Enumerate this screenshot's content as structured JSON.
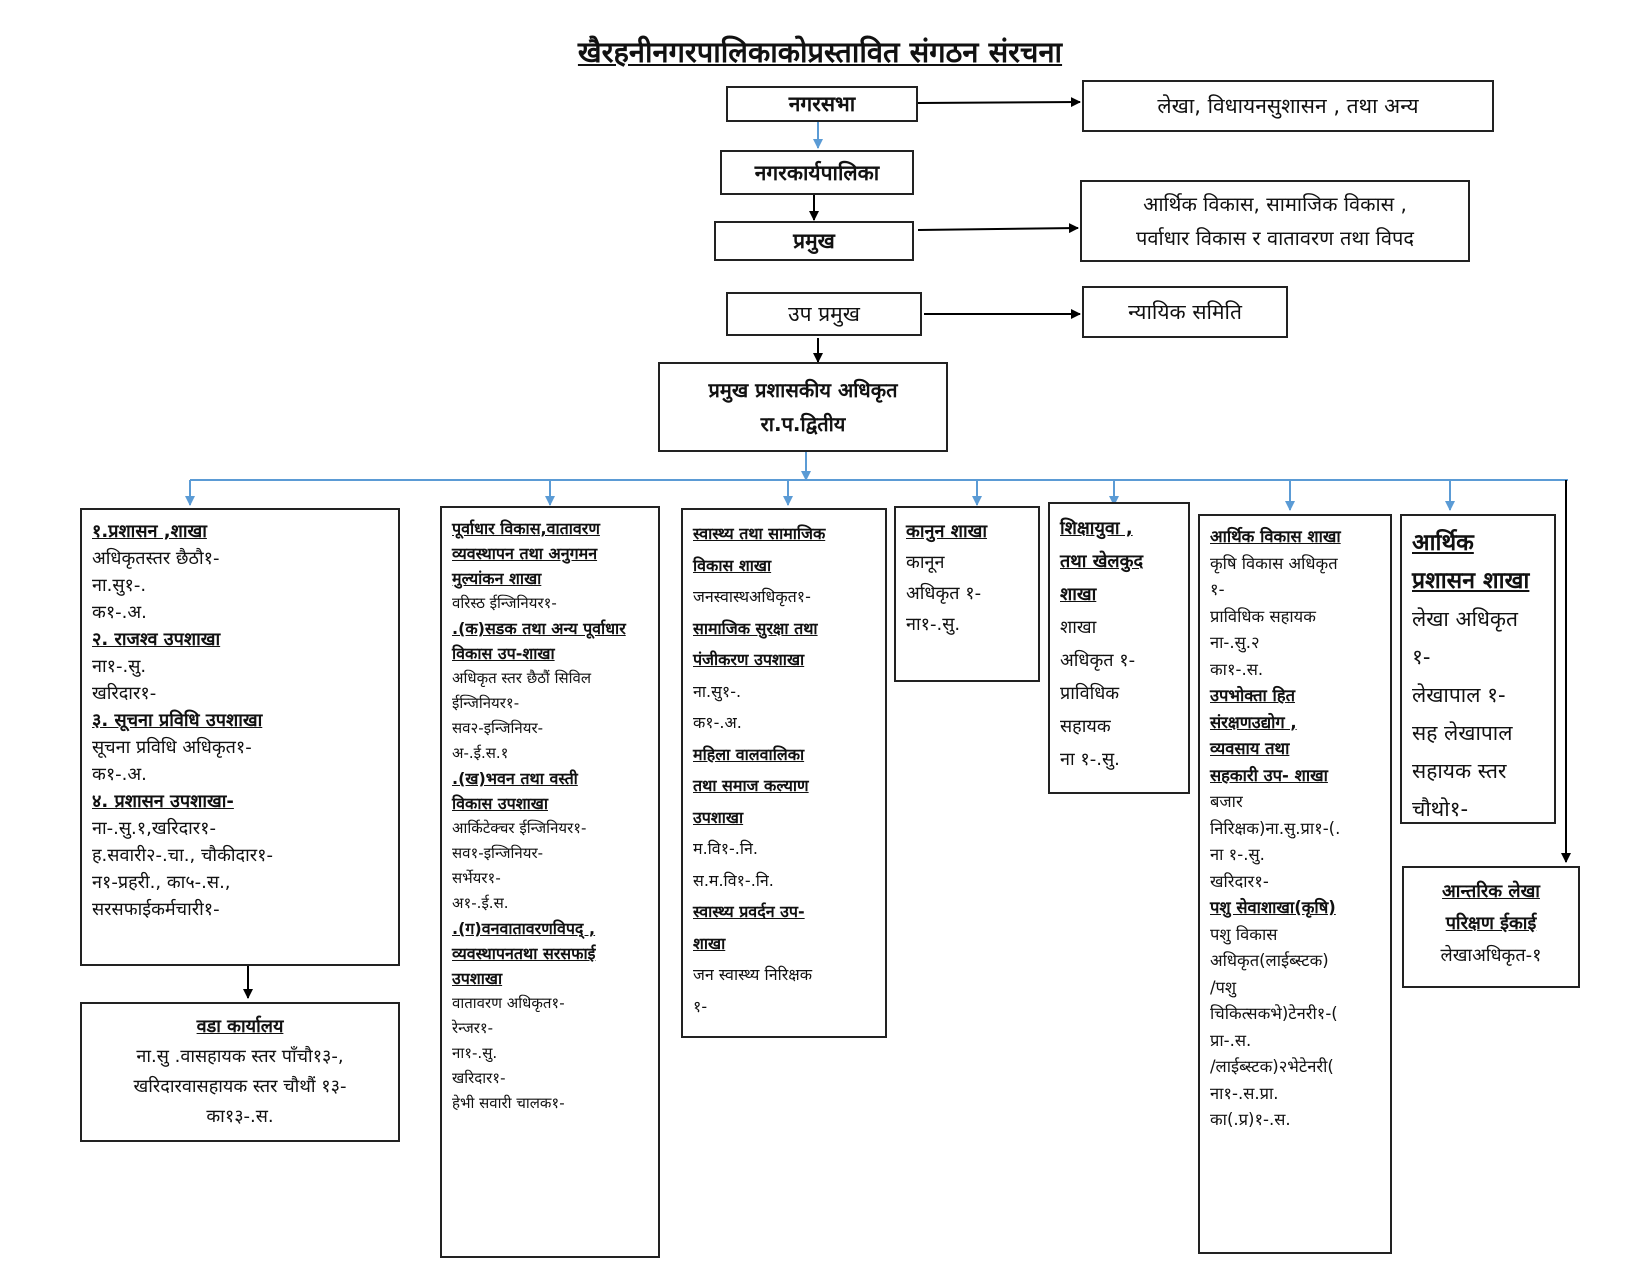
{
  "title": "खैरहनीनगरपालिकाकोप्रस्तावित संगठन संरचना",
  "top": {
    "nagarsabha": "नगरसभा",
    "karyapalika": "नगरकार्यपालिका",
    "pramukh": "प्रमुख",
    "upapramukh": "उप प्रमुख",
    "cao": [
      "प्रमुख प्रशासकीय अधिकृत",
      "रा.प.द्वितीय"
    ]
  },
  "side": {
    "lekha": "लेखा, विधायनसुशासन , तथा अन्य",
    "vikas": [
      "आर्थिक विकास, सामाजिक विकास ,",
      "पर्वाधार विकास र वातावरण तथा विपद"
    ],
    "nyayik": "न्यायिक समिति"
  },
  "branches": {
    "admin": [
      {
        "t": "१.प्रशासन ,शाखा",
        "h": true
      },
      {
        "t": "अधिकृतस्तर छैठौ१-"
      },
      {
        "t": "ना.सु१-."
      },
      {
        "t": "क१-.अ."
      },
      {
        "t": "२. राजश्व उपशाखा",
        "h": true
      },
      {
        "t": "ना१-.सु."
      },
      {
        "t": "खरिदार१-"
      },
      {
        "t": "३. सूचना प्रविधि उपशाखा",
        "h": true
      },
      {
        "t": "सूचना प्रविधि अधिकृत१-"
      },
      {
        "t": "क१-.अ."
      },
      {
        "t": "४. प्रशासन उपशाखा-",
        "h": true
      },
      {
        "t": "ना-.सु.१,खरिदार१-"
      },
      {
        "t": "ह.सवारी२-.चा., चौकीदार१-"
      },
      {
        "t": "न१-प्रहरी., का५-.स.,"
      },
      {
        "t": "सरसफाईकर्मचारी१-"
      }
    ],
    "ward": [
      {
        "t": "वडा कार्यालय",
        "h": true
      },
      {
        "t": "ना.सु .वासहायक स्तर पाँचौ१३-,"
      },
      {
        "t": "खरिदारवासहायक स्तर चौथौं १३-"
      },
      {
        "t": "का१३-.स."
      }
    ],
    "infra": [
      {
        "t": "पूर्वाधार    विकास,वातावरण",
        "h": true
      },
      {
        "t": "व्यवस्थापन   तथा   अनुगमन",
        "h": true
      },
      {
        "t": "मुल्यांकन शाखा",
        "h": true
      },
      {
        "t": "वरिस्ठ ईन्जिनियर१-"
      },
      {
        "t": ".(क)सडक तथा अन्य पूर्वाधार",
        "h": true
      },
      {
        "t": "विकास उप-शाखा",
        "h": true
      },
      {
        "t": "अधिकृत स्तर छैठौं सिविल"
      },
      {
        "t": "ईन्जिनियर१-"
      },
      {
        "t": "सव२-इन्जिनियर-"
      },
      {
        "t": "अ-.ई.स.१"
      },
      {
        "t": ".(ख)भवन    तथा    वस्ती",
        "h": true
      },
      {
        "t": "विकास उपशाखा",
        "h": true
      },
      {
        "t": "आर्किटेक्चर ईन्जिनियर१-"
      },
      {
        "t": "सव१-इन्जिनियर-"
      },
      {
        "t": "सर्भेयर१-"
      },
      {
        "t": "अ१-.ई.स."
      },
      {
        "t": " .(ग)वनवातावरणविपद्  ,",
        "h": true
      },
      {
        "t": "व्यवस्थापनतथा  सरसफाई",
        "h": true
      },
      {
        "t": "उपशाखा",
        "h": true
      },
      {
        "t": "वातावरण अधिकृत१-"
      },
      {
        "t": "रेन्जर१-"
      },
      {
        "t": "ना१-.सु."
      },
      {
        "t": "खरिदार१-"
      },
      {
        "t": "हेभी सवारी चालक१-"
      }
    ],
    "health": [
      {
        "t": "स्वास्थ्य तथा सामाजिक",
        "h": true
      },
      {
        "t": "विकास शाखा",
        "h": true
      },
      {
        "t": "जनस्वास्थअधिकृत१-"
      },
      {
        "t": "सामाजिक सुरक्षा तथा",
        "h": true
      },
      {
        "t": "पंजीकरण उपशाखा",
        "h": true
      },
      {
        "t": "ना.सु१-."
      },
      {
        "t": "क१-.अ."
      },
      {
        "t": "महिला वालवालिका",
        "h": true
      },
      {
        "t": "तथा समाज कल्याण",
        "h": true
      },
      {
        "t": "उपशाखा",
        "h": true
      },
      {
        "t": "म.वि१-.नि."
      },
      {
        "t": "स.म.वि१-.नि."
      },
      {
        "t": "स्वास्थ्य प्रवर्दन उप-",
        "h": true
      },
      {
        "t": "शाखा",
        "h": true
      },
      {
        "t": "जन स्वास्थ्य निरिक्षक"
      },
      {
        "t": "१-"
      }
    ],
    "law": [
      {
        "t": "कानुन शाखा",
        "h": true
      },
      {
        "t": "कानून"
      },
      {
        "t": "अधिकृत १-"
      },
      {
        "t": "ना१-.सु."
      }
    ],
    "edu": [
      {
        "t": "शिक्षायुवा ,",
        "h": true
      },
      {
        "t": "तथा खेलकुद",
        "h": true
      },
      {
        "t": "शाखा",
        "h": true
      },
      {
        "t": "शाखा"
      },
      {
        "t": "अधिकृत १-"
      },
      {
        "t": "प्राविधिक"
      },
      {
        "t": "सहायक"
      },
      {
        "t": "ना १-.सु."
      }
    ],
    "econ": [
      {
        "t": "आर्थिक विकास शाखा",
        "h": true
      },
      {
        "t": "कृषि विकास अधिकृत"
      },
      {
        "t": "१-"
      },
      {
        "t": "प्राविधिक सहायक"
      },
      {
        "t": "ना-.सु.२"
      },
      {
        "t": "का१-.स."
      },
      {
        "t": "उपभोक्ता हित",
        "h": true
      },
      {
        "t": "संरक्षणउद्योग  ,",
        "h": true
      },
      {
        "t": "व्यवसाय तथा",
        "h": true
      },
      {
        "t": "सहकारी उप- शाखा",
        "h": true
      },
      {
        "t": "बजार"
      },
      {
        "t": "निरिक्षक)ना.सु.प्रा१-(."
      },
      {
        "t": "ना १-.सु."
      },
      {
        "t": "खरिदार१-"
      },
      {
        "t": "पशु सेवाशाखा(कृषि)",
        "h": true
      },
      {
        "t": "पशु विकास"
      },
      {
        "t": "अधिकृत(लाईब्स्टक)"
      },
      {
        "t": "/पशु"
      },
      {
        "t": "चिकित्सकभे)टेनरी१-("
      },
      {
        "t": "प्रा-.स."
      },
      {
        "t": "/लाईब्स्टक)२भेटेनरी("
      },
      {
        "t": "ना१-.स.प्रा."
      },
      {
        "t": "का(.प्र)१-.स."
      }
    ],
    "finadmin": [
      {
        "t": "आर्थिक",
        "h": true
      },
      {
        "t": "प्रशासन शाखा",
        "h": true
      },
      {
        "t": "लेखा अधिकृत"
      },
      {
        "t": "१-"
      },
      {
        "t": "लेखापाल १-"
      },
      {
        "t": "सह लेखापाल"
      },
      {
        "t": "सहायक स्तर"
      },
      {
        "t": "चौथो१-"
      }
    ],
    "audit": [
      {
        "t": "आन्तरिक लेखा",
        "h": true
      },
      {
        "t": "परिक्षण ईकाई",
        "h": true
      },
      {
        "t": "लेखाअधिकृत-१"
      }
    ]
  },
  "colors": {
    "line": "#000000",
    "connector": "#5b9bd5",
    "border": "#222222"
  }
}
